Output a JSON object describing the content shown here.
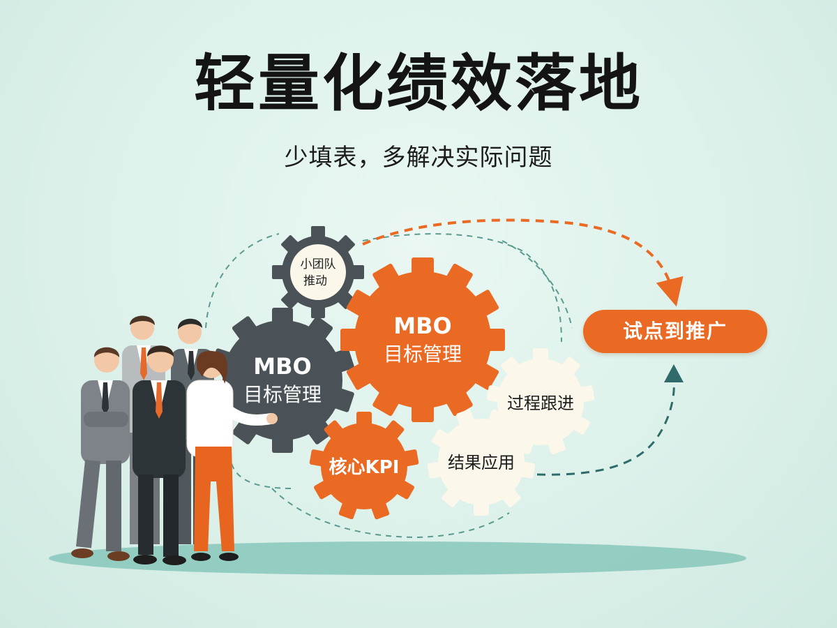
{
  "header": {
    "title": "轻量化绩效落地",
    "subtitle": "少填表，多解决实际问题"
  },
  "gears": {
    "small_team": {
      "line1": "小团队",
      "line2": "推动"
    },
    "mbo_gray": {
      "line1": "MBO",
      "line2": "目标管理"
    },
    "mbo_orange": {
      "line1": "MBO",
      "line2": "目标管理"
    },
    "kpi": {
      "label": "核心KPI"
    },
    "process": {
      "label": "过程跟进"
    },
    "result": {
      "label": "结果应用"
    }
  },
  "cta": {
    "label": "试点到推广"
  },
  "colors": {
    "orange": "#ea6a24",
    "dark_gray": "#4a5257",
    "cream": "#fbf7ea",
    "teal_dash": "#5a9a90",
    "dark_teal": "#2f6b6a"
  },
  "icons": {
    "team_illustration": "business-team-people",
    "loop_arrows": "dashed-curved-arrow"
  }
}
